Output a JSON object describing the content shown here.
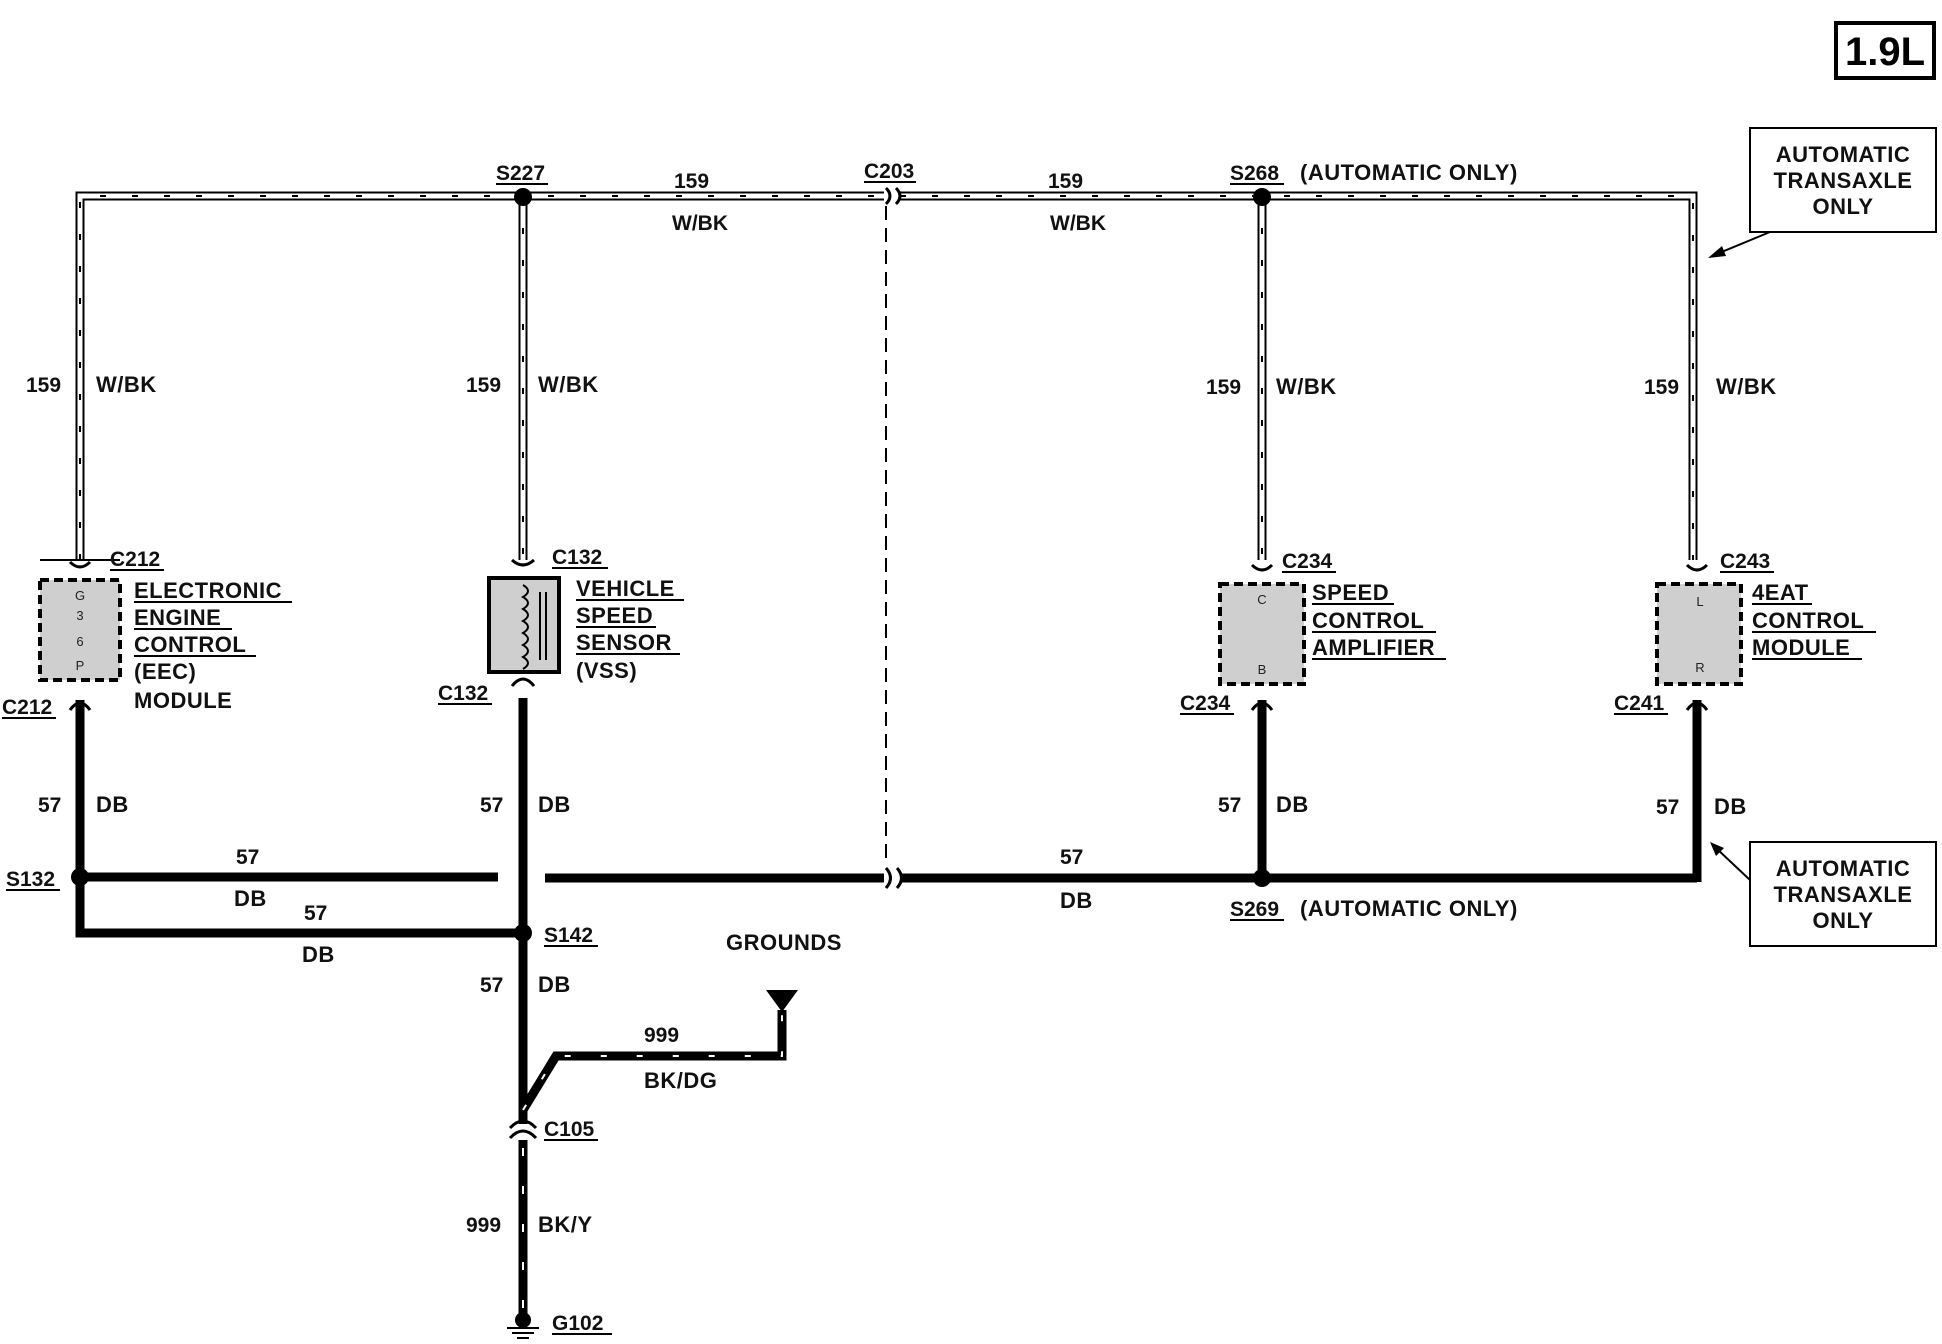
{
  "engine_badge": "1.9L",
  "labels": {
    "s227": "S227",
    "c203": "C203",
    "s268": "S268",
    "s268_note": "(AUTOMATIC ONLY)",
    "w159_a": "159",
    "wbk_a": "W/BK",
    "w159_b": "159",
    "wbk_b": "W/BK",
    "v1_num": "159",
    "v1_col": "W/BK",
    "v2_num": "159",
    "v2_col": "W/BK",
    "v3_num": "159",
    "v3_col": "W/BK",
    "v4_num": "159",
    "v4_col": "W/BK",
    "eec": {
      "connector_top": "C212",
      "connector_bottom": "C212",
      "name_lines": [
        "ELECTRONIC",
        "ENGINE",
        "CONTROL",
        "(EEC)",
        "MODULE"
      ],
      "pins": [
        "G",
        "3",
        "6",
        "P"
      ]
    },
    "vss": {
      "connector_top": "C132",
      "connector_bottom": "C132",
      "name_lines": [
        "VEHICLE",
        "SPEED",
        "SENSOR",
        "(VSS)"
      ]
    },
    "sca": {
      "connector_top": "C234",
      "connector_bottom": "C234",
      "name_lines": [
        "SPEED",
        "CONTROL",
        "AMPLIFIER"
      ],
      "pins": [
        "C",
        "B"
      ]
    },
    "teat": {
      "connector_top": "C243",
      "connector_bottom": "C241",
      "name_lines": [
        "4EAT",
        "CONTROL",
        "MODULE"
      ],
      "pins": [
        "L",
        "R"
      ]
    },
    "d1_num": "57",
    "d1_col": "DB",
    "d2_num": "57",
    "d2_col": "DB",
    "d3_num": "57",
    "d3_col": "DB",
    "d4_num": "57",
    "d4_col": "DB",
    "s132": "S132",
    "h1_num": "57",
    "h1_col": "DB",
    "h2_num": "57",
    "h2_col": "DB",
    "h3_num": "57",
    "h3_col": "DB",
    "s142": "S142",
    "s269": "S269",
    "s269_note": "(AUTOMATIC ONLY)",
    "d5_num": "57",
    "d5_col": "DB",
    "grounds": "GROUNDS",
    "g_num": "999",
    "g_col": "BK/DG",
    "c105": "C105",
    "g2_num": "999",
    "g2_col": "BK/Y",
    "g102": "G102",
    "callout_top": [
      "AUTOMATIC",
      "TRANSAXLE",
      "ONLY"
    ],
    "callout_bottom": [
      "AUTOMATIC",
      "TRANSAXLE",
      "ONLY"
    ]
  }
}
